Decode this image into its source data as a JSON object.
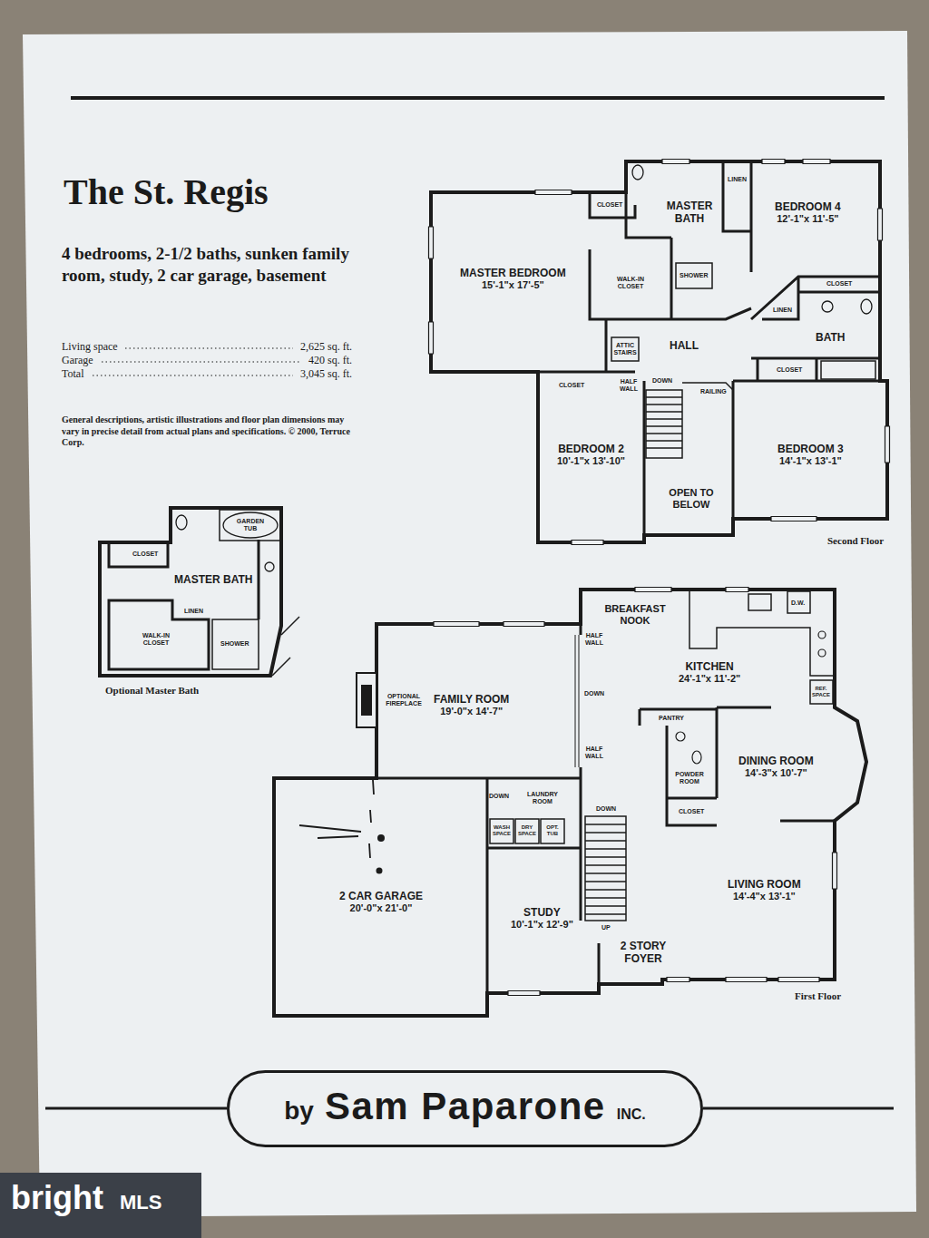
{
  "diagram": {
    "title": "The St. Regis",
    "nodes": [
      {
        "text": [
          "MASTER BEDROOM",
          "15'-1\"x 17'-5\""
        ]
      },
      {
        "text": [
          "MASTER BATH"
        ]
      },
      {
        "text": [
          "BEDROOM 4",
          "12'-1\"x 11'-5\""
        ]
      },
      {
        "text": [
          "BATH"
        ]
      },
      {
        "text": [
          "HALL"
        ]
      },
      {
        "text": [
          "BEDROOM 2",
          "10'-1\"x 13'-10\""
        ]
      },
      {
        "text": [
          "BEDROOM 3",
          "14'-1\"x 13'-1\""
        ]
      },
      {
        "text": [
          "BREAKFAST NOOK"
        ]
      },
      {
        "text": [
          "KITCHEN",
          "24'-1\"x 11'-2\""
        ]
      },
      {
        "text": [
          "FAMILY ROOM",
          "19'-0\"x 14'-7\""
        ]
      },
      {
        "text": [
          "DINING ROOM",
          "14'-3\"x 10'-7\""
        ]
      },
      {
        "text": [
          "2 CAR GARAGE",
          "20'-0\"x 21'-0\""
        ]
      },
      {
        "text": [
          "STUDY",
          "10'-1\"x 12'-9\""
        ]
      },
      {
        "text": [
          "2 STORY FOYER"
        ]
      },
      {
        "text": [
          "LIVING ROOM",
          "14'-4\"x 13'-1\""
        ]
      },
      {
        "text": [
          "by",
          "Sam Paparone",
          "INC."
        ]
      }
    ],
    "labels": [
      "4 bedrooms, 2-1/2 baths, sunken family room, study, 2 car garage, basement",
      "Living space",
      "2,625 sq. ft.",
      "Garage",
      "420 sq. ft.",
      "Total",
      "3,045 sq. ft.",
      "General descriptions, artistic illustrations and floor plan dimensions may vary in precise detail from actual plans and specifications. © 2000, Terruce Corp.",
      "CLOSET",
      "LINEN",
      "WALK-IN CLOSET",
      "SHOWER",
      "CLOSET",
      "LINEN",
      "CLOSET",
      "ATTIC STAIRS",
      "DOWN",
      "HALF WALL",
      "RAILING",
      "CLOSET",
      "OPEN TO BELOW",
      "Second Floor",
      "CLOSET",
      "GARDEN TUB",
      "MASTER BATH",
      "LINEN",
      "WALK-IN CLOSET",
      "SHOWER",
      "Optional Master Bath",
      "D.W.",
      "HALF WALL",
      "DOWN",
      "HALF WALL",
      "OPTIONAL FIREPLACE",
      "PANTRY",
      "POWDER ROOM",
      "REF. SPACE",
      "CLOSET",
      "DOWN",
      "LAUNDRY ROOM",
      "WASH SPACE",
      "DRY SPACE",
      "OPT. TUB",
      "DOWN",
      "UP",
      "First Floor",
      "bright",
      "MLS"
    ]
  }
}
